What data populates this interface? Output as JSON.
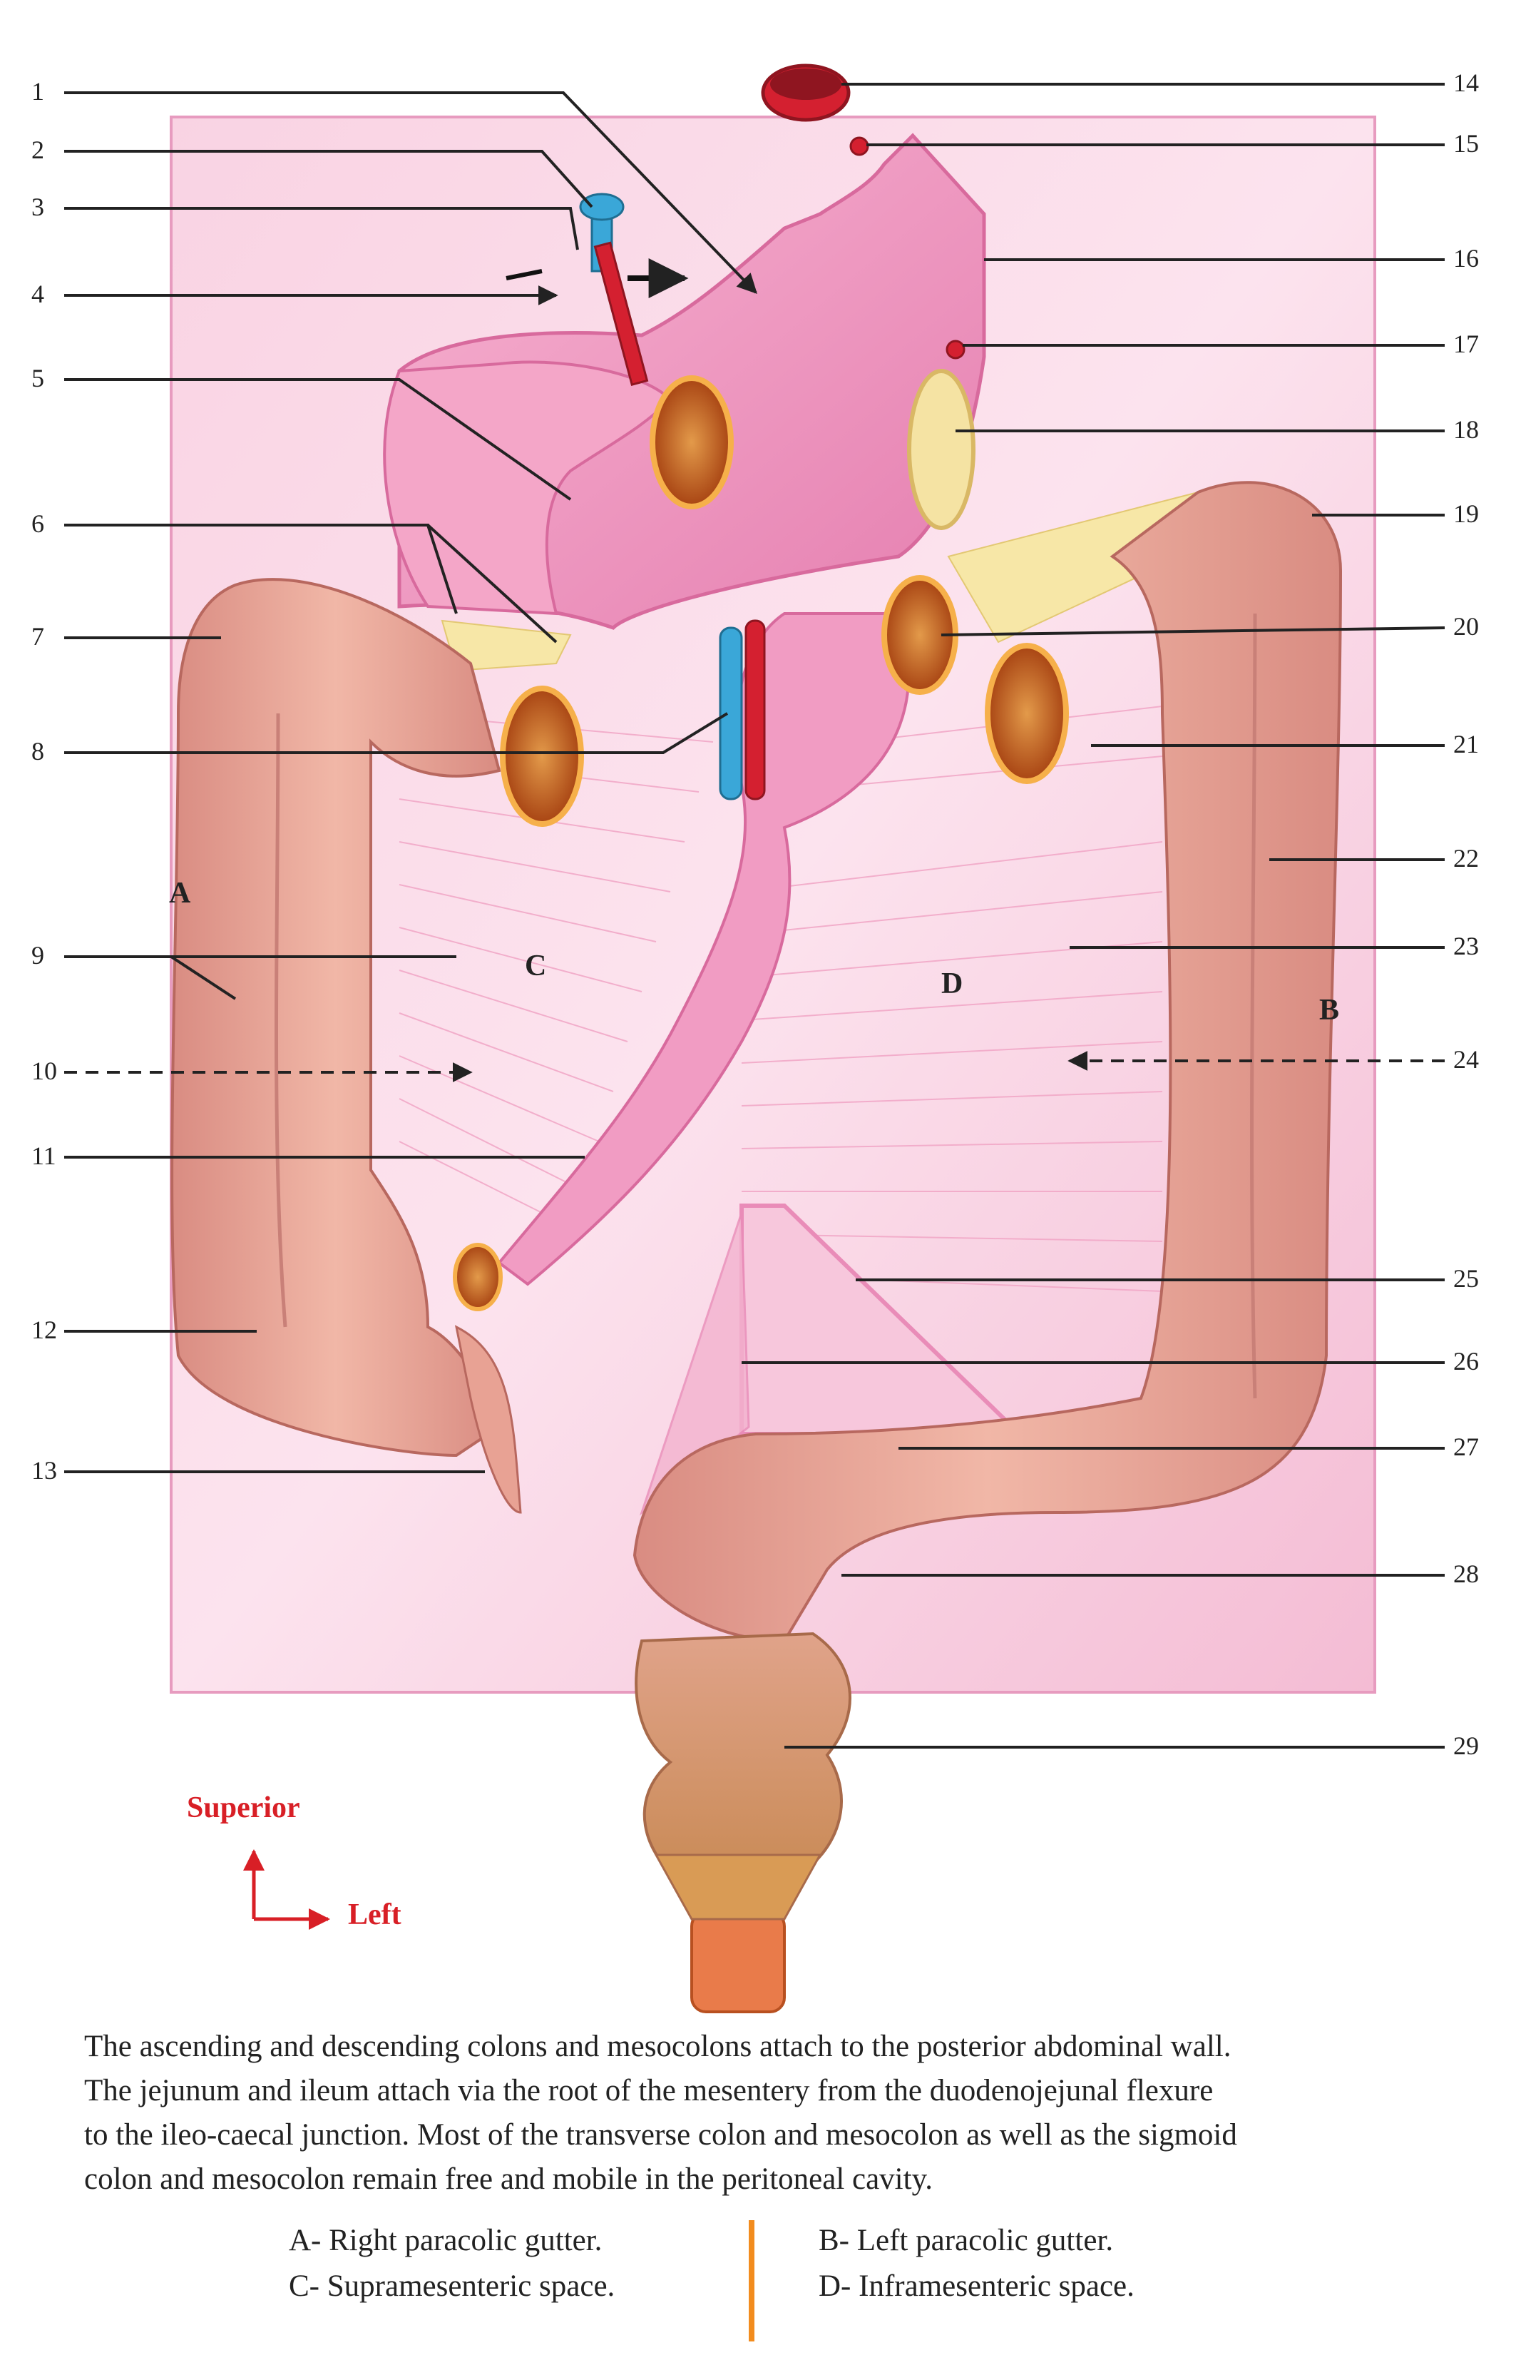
{
  "labels": {
    "left": [
      "1",
      "2",
      "3",
      "4",
      "5",
      "6",
      "7",
      "8",
      "9",
      "10",
      "11",
      "12",
      "13"
    ],
    "right": [
      "14",
      "15",
      "16",
      "17",
      "18",
      "19",
      "20",
      "21",
      "22",
      "23",
      "24",
      "25",
      "26",
      "27",
      "28",
      "29"
    ]
  },
  "regions": {
    "A": "A",
    "B": "B",
    "C": "C",
    "D": "D"
  },
  "orientation": {
    "superior": "Superior",
    "left": "Left"
  },
  "caption": {
    "line1": "The ascending and descending colons and mesocolons attach to the posterior abdominal wall.",
    "line2": "The jejunum and ileum attach via the root of the mesentery from the duodenojejunal flexure",
    "line3": "to the ileo-caecal junction. Most of the transverse colon and mesocolon as well as the sigmoid",
    "line4": "colon and mesocolon remain free and mobile in the peritoneal cavity."
  },
  "legend": {
    "a": "A- Right paracolic gutter.",
    "b": "B- Left paracolic gutter.",
    "c": "C- Supramesenteric space.",
    "d": "D- Inframesenteric space."
  },
  "colors": {
    "background_panel": "#f6c3d8",
    "peritoneum": "#f09cc2",
    "colon": "#e8a294",
    "cut_lumen": "#c85f22",
    "artery": "#d42030",
    "vein": "#3aa7d8",
    "fat": "#f5e3a3",
    "orientation": "#d81f26",
    "legend_separator": "#f28c1e"
  }
}
